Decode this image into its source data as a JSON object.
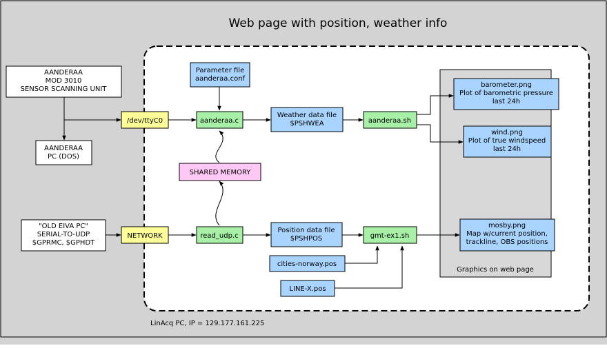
{
  "title": "Web page with position, weather info",
  "footer": "LinAcq PC, IP = 129.177.161.225",
  "graphics_group_label": "Graphics on web page",
  "nodes": {
    "aanderaa_mod": [
      "AANDERAA",
      "MOD 3010",
      "SENSOR SCANNING UNIT"
    ],
    "aanderaa_pc": [
      "AANDERAA",
      "PC (DOS)"
    ],
    "old_eiva": [
      "\"OLD EIVA PC\"",
      "SERIAL-TO-UDP",
      "$GPRMC, $GPHDT"
    ],
    "ttyc0": [
      "/dev/ttyC0"
    ],
    "network": [
      "NETWORK"
    ],
    "param_file": [
      "Parameter file",
      "aanderaa.conf"
    ],
    "aanderaa_c": [
      "aanderaa.c"
    ],
    "shared_memory": [
      "SHARED MEMORY"
    ],
    "read_udp": [
      "read_udp.c"
    ],
    "weather_file": [
      "Weather data file",
      "$PSHWEA"
    ],
    "position_file": [
      "Position data file",
      "$PSHPOS"
    ],
    "aanderaa_sh": [
      "aanderaa.sh"
    ],
    "gmt_ex1": [
      "gmt-ex1.sh"
    ],
    "cities_norway": [
      "cities-norway.pos"
    ],
    "line_x": [
      "LINE-X.pos"
    ],
    "barometer": [
      "barometer.png",
      "Plot of barometric pressure",
      "last 24h"
    ],
    "wind": [
      "wind.png",
      "Plot of true windspeed",
      "last 24h"
    ],
    "mosby": [
      "mosby.png",
      "Map w/current position,",
      "trackline, OBS positions"
    ]
  },
  "colors": {
    "background": "#d3d3d3",
    "white_box": "#ffffff",
    "yellow_box": "#ffff99",
    "blue_box": "#a8d4ff",
    "green_box": "#a8f0a8",
    "pink_box": "#ffc8f5",
    "inner_panel": "#ffffff",
    "group_panel": "#d8d8d8"
  }
}
